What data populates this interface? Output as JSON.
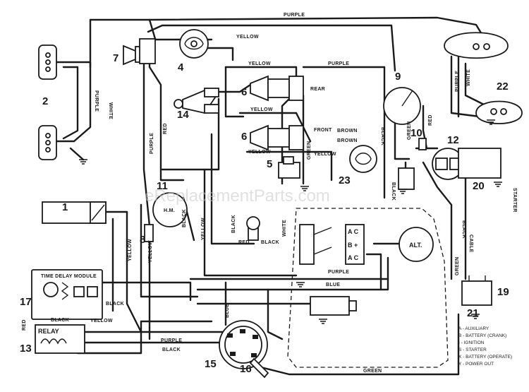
{
  "watermark": "eReplacementParts.com",
  "callouts": {
    "c1": "1",
    "c2": "2",
    "c4": "4",
    "c5": "5",
    "c6a": "6",
    "c6b": "6",
    "c7": "7",
    "c8": "8",
    "c9": "9",
    "c10": "10",
    "c11": "11",
    "c12": "12",
    "c13": "13",
    "c14": "14",
    "c15": "15",
    "c16": "16",
    "c17": "17",
    "c19": "19",
    "c20": "20",
    "c21": "21",
    "c22": "22",
    "c23": "23"
  },
  "wire_labels": {
    "purple_top": "PURPLE",
    "yellow_top": "YELLOW",
    "yellow_upper": "YELLOW",
    "purple_upper": "PURPLE",
    "purple_left": "PURPLE",
    "white_left": "WHITE",
    "red_vert": "RED",
    "purple_vert": "PURPLE",
    "yellow_mid": "YELLOW",
    "yellow_lower": "YELLOW",
    "yellow_right": "YELLOW",
    "rear": "REAR",
    "front": "FRONT",
    "brown1": "BROWN",
    "brown2": "BROWN",
    "green_sw": "GREEN",
    "green_9": "GREEN",
    "red_10": "RED",
    "white_22": "WHITE",
    "purple_22": "PURPLE",
    "black_right": "BLACK",
    "black_23": "BLACK",
    "black_hm": "BLACK",
    "yellow_hm": "YELLOW",
    "yellow_8": "YELLOW",
    "yellow_1": "YELLOW",
    "black_mid": "BLACK",
    "red_mid": "RED",
    "white_mid": "WHITE",
    "black_s": "BLACK",
    "purple_alt": "PURPLE",
    "blue_alt": "BLUE",
    "blue_15": "BLUE",
    "black_cable": "BLACK",
    "cable": "CABLE",
    "starter": "STARTER",
    "green_19": "GREEN",
    "yellow_relay": "YELLOW",
    "black_relay": "BLACK",
    "black_td": "BLACK",
    "red_left": "RED",
    "purple_bottom": "PURPLE",
    "black_bottom": "BLACK",
    "green_bottom": "GREEN",
    "time_delay_module": "TIME DELAY MODULE",
    "relay": "RELAY",
    "hm": "H.M.",
    "alt": "ALT.",
    "term_ac1": "A C",
    "term_b": "B +",
    "term_ac2": "A C"
  },
  "legend": [
    "A - AUXILIARY",
    "B - BATTERY (CRANK)",
    "I - IGNITION",
    "S - STARTER",
    "X - BATTERY (OPERATE)",
    "Y - POWER OUT"
  ]
}
